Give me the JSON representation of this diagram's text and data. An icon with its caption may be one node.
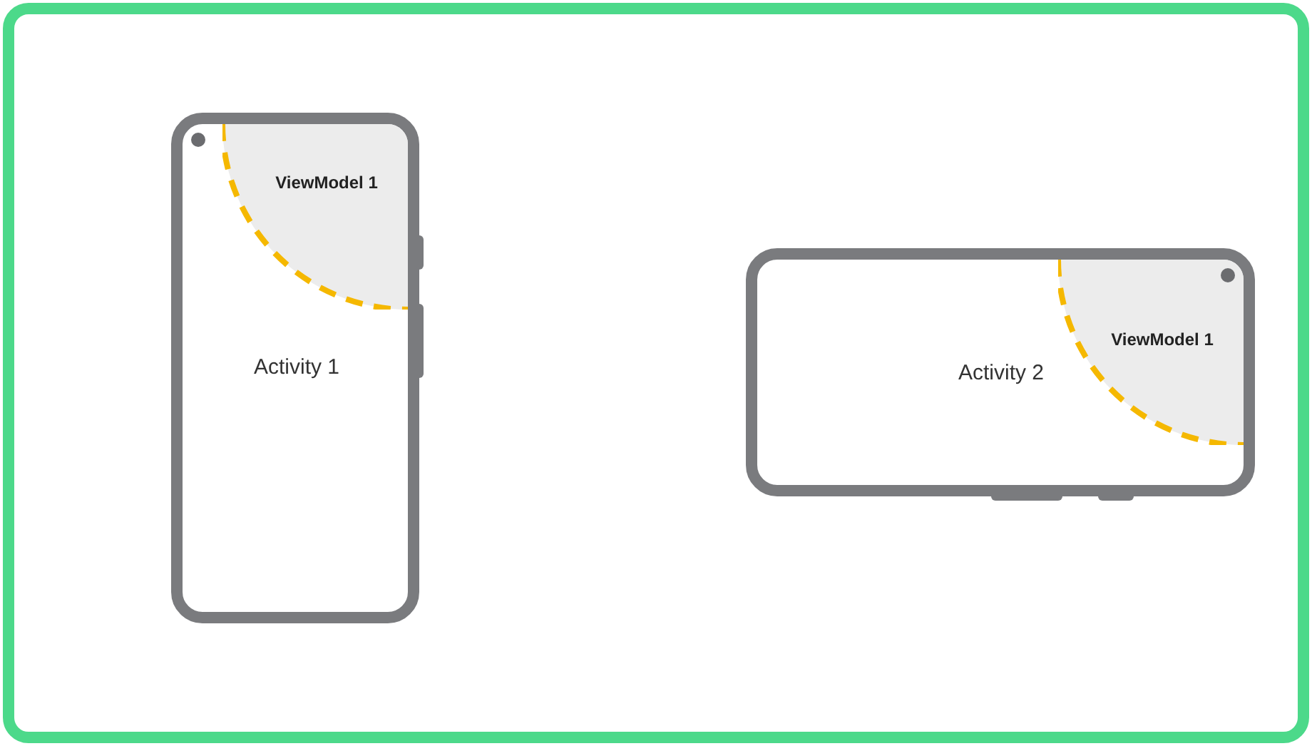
{
  "diagram": {
    "nodes": [
      {
        "text": [
          "Activity 1"
        ]
      },
      {
        "text": [
          "ViewModel 1"
        ],
        "in": 0
      },
      {
        "text": [
          "Activity 2"
        ]
      },
      {
        "text": [
          "ViewModel 1"
        ],
        "in": 2
      }
    ]
  }
}
